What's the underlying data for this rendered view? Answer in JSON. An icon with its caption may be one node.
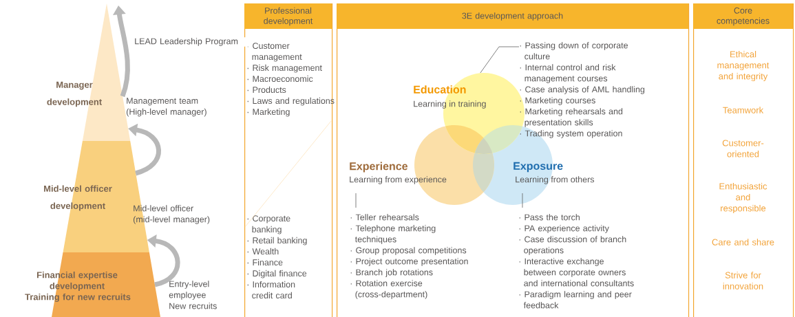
{
  "diagram": {
    "nodes": [
      {
        "text": [
          "Manager development"
        ],
        "beside": [
          "Management team (High-level manager)"
        ]
      },
      {
        "text": [
          "Mid-level officer development"
        ],
        "beside": [
          "Mid-level officer (mid-level manager)"
        ]
      },
      {
        "text": [
          "Financial expertise development",
          "Training for new recruits"
        ],
        "beside": [
          "Entry-level employee New recruits"
        ]
      },
      {
        "text": [
          "Professional development",
          "· Customer management",
          "· Risk management",
          "· Macroeconomic",
          "· Products",
          "· Laws and regulations",
          "· Marketing",
          "· Corporate banking",
          "· Retail banking",
          "· Wealth",
          "· Finance",
          "· Digital finance",
          "· Information credit card"
        ]
      },
      {
        "text": [
          "3E development approach"
        ]
      },
      {
        "text": [
          "Education",
          "Learning in training"
        ],
        "in": 4
      },
      {
        "text": [
          "Experience",
          "Learning from experience"
        ],
        "in": 4
      },
      {
        "text": [
          "Exposure",
          "Learning from others"
        ],
        "in": 4
      },
      {
        "text": [
          "· Passing down of corporate culture",
          "· Internal control and risk management courses",
          "· Case analysis of AML handling",
          "· Marketing courses",
          "· Marketing rehearsals and presentation skills",
          "· Trading system operation"
        ],
        "in": 4
      },
      {
        "text": [
          "Core competencies",
          "Ethical management and integrity",
          "Teamwork",
          "Customer-oriented",
          "Enthusiastic and responsible",
          "Care and share",
          "Strive for innovation"
        ]
      }
    ],
    "edges": [
      {
        "from": 2,
        "to": 1,
        "arrow": "to"
      },
      {
        "from": 1,
        "to": 0,
        "arrow": "to"
      },
      {
        "from": 0,
        "to": null,
        "arrow": "to",
        "label": "LEAD Leadership Program"
      },
      {
        "from": 8,
        "to": 5,
        "arrow": "none"
      }
    ],
    "labels": [
      "· Teller rehearsals",
      "· Telephone marketing techniques",
      "· Group proposal competitions",
      "· Project outcome presentation",
      "· Branch job rotations",
      "· Rotation exercise (cross-department)",
      "· Pass the torch",
      "· PA experience activity",
      "· Case discussion of branch operations",
      "· Interactive exchange between corporate owners and international consultants",
      "· Paradigm learning and peer feedback"
    ]
  }
}
